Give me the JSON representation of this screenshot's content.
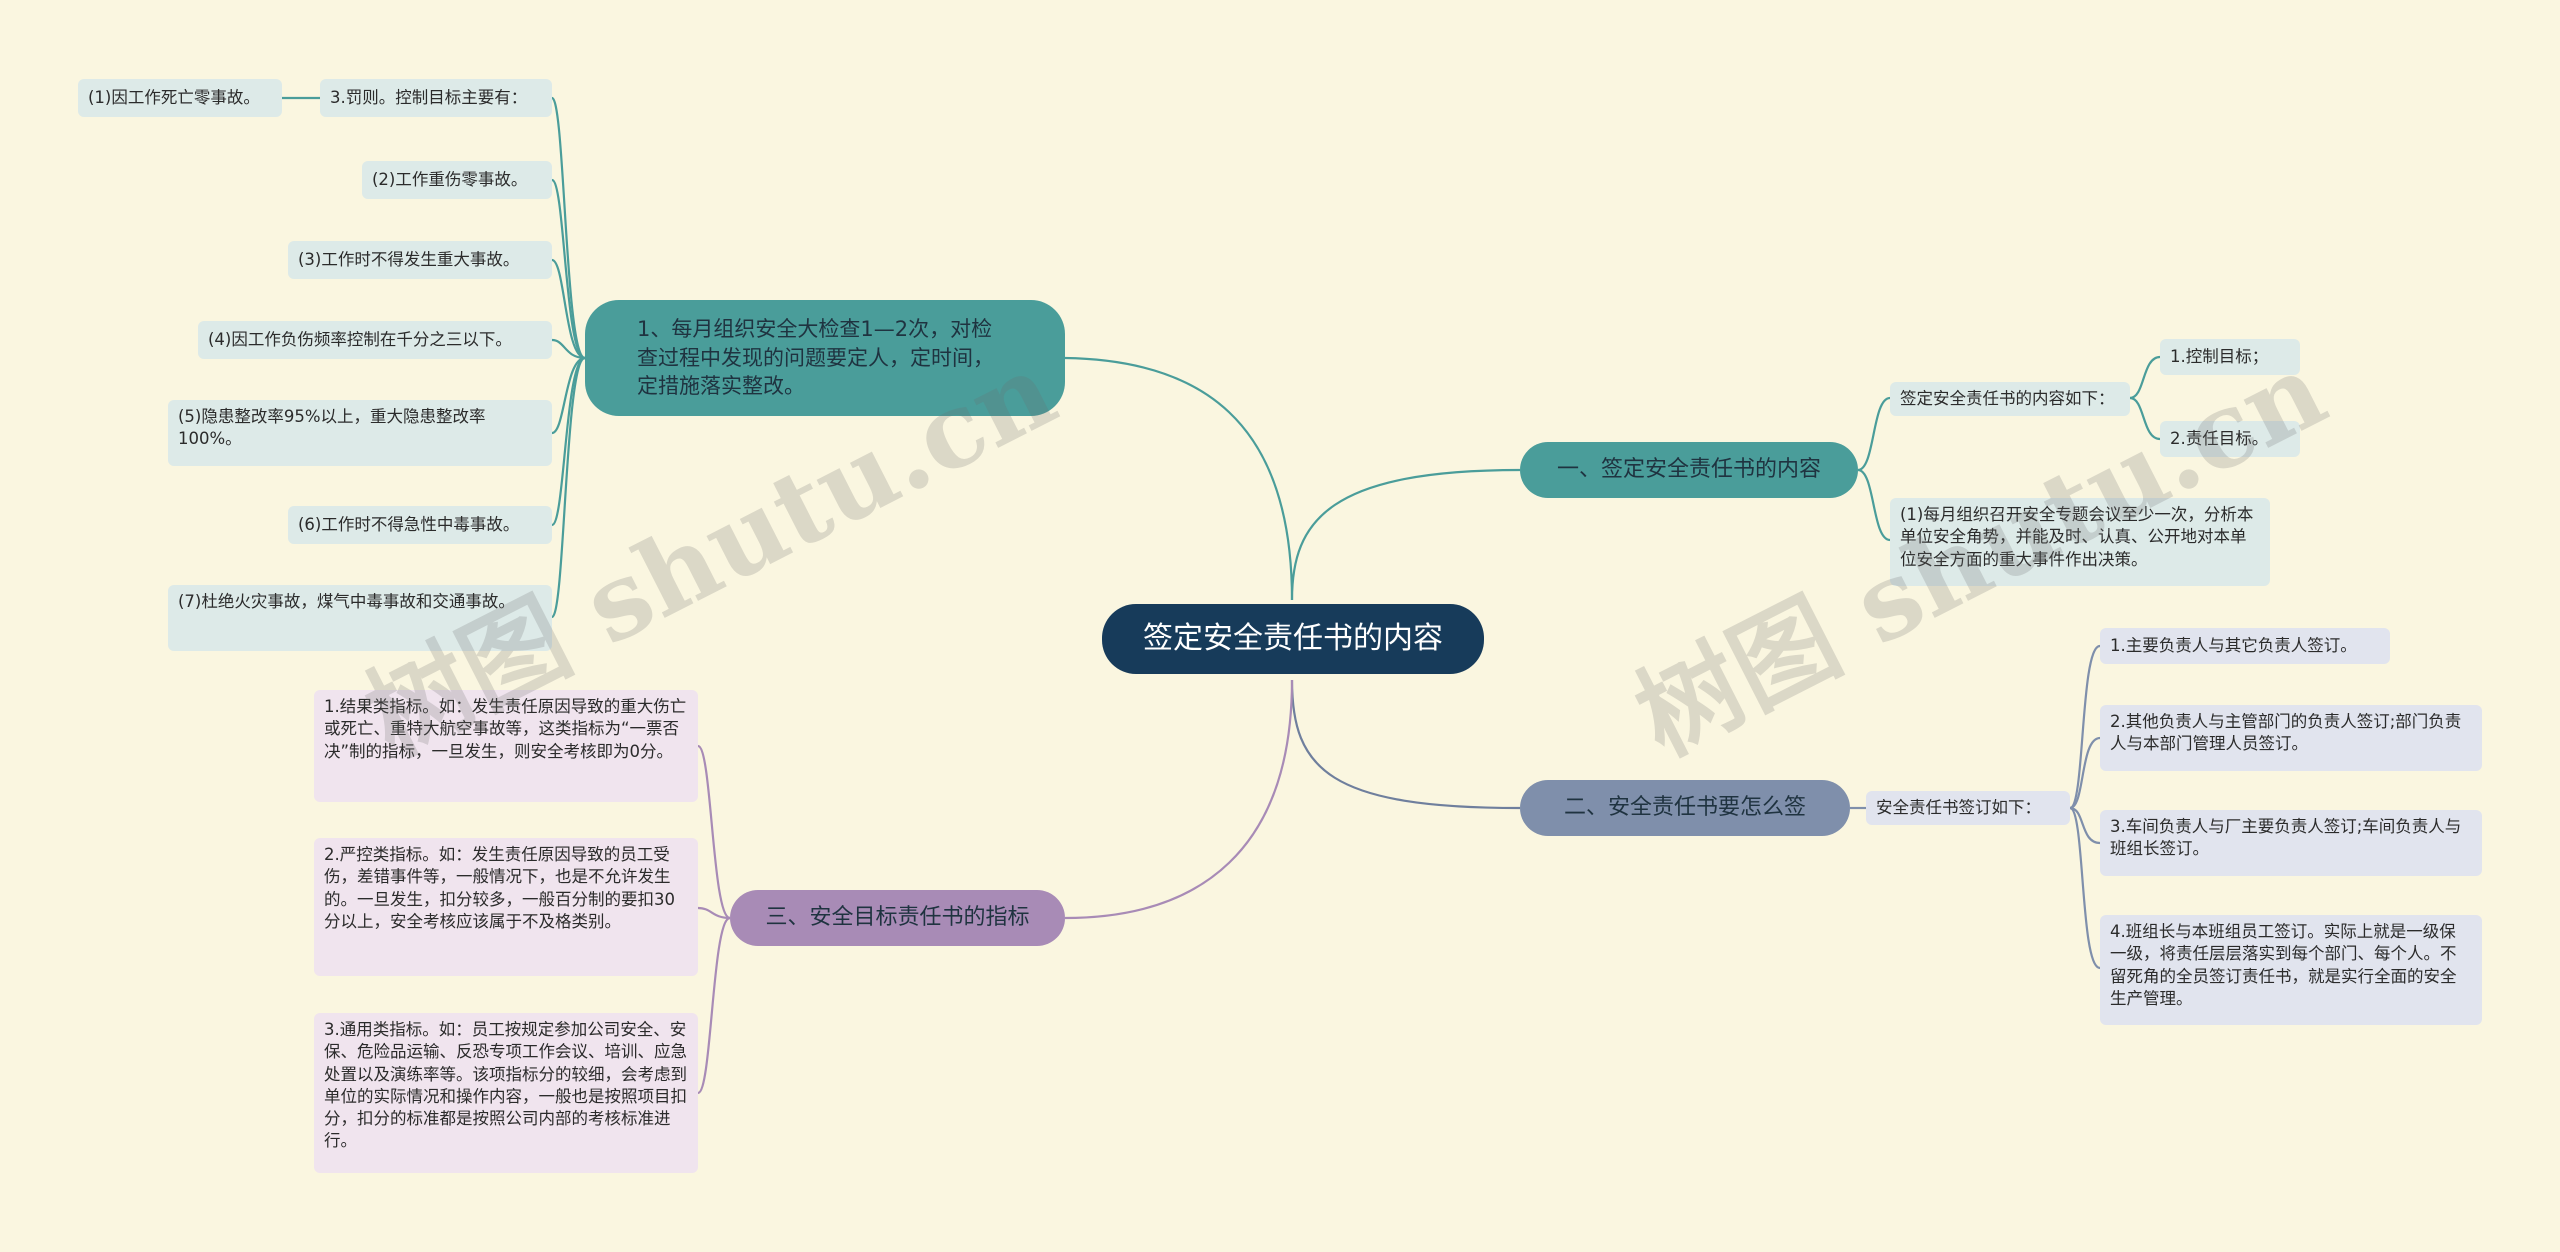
{
  "center": "签定安全责任书的内容",
  "branches": {
    "b1": "一、签定安全责任书的内容",
    "b2": "二、安全责任书要怎么签",
    "b3": "三、安全目标责任书的指标",
    "b4": "1、每月组织安全大检查1—2次，对检查过程中发现的问题要定人，定时间，定措施落实整改。"
  },
  "b1_children": {
    "intro": "签定安全责任书的内容如下：",
    "target1": "1.控制目标；",
    "target2": "2.责任目标。",
    "meeting": "(1)每月组织召开安全专题会议至少一次，分析本单位安全角势，并能及时、认真、公开地对本单位安全方面的重大事件作出决策。"
  },
  "b2_children": {
    "intro": "安全责任书签订如下：",
    "items": [
      "1.主要负责人与其它负责人签订。",
      "2.其他负责人与主管部门的负责人签订;部门负责人与本部门管理人员签订。",
      "3.车间负责人与厂主要负责人签订;车间负责人与班组长签订。",
      "4.班组长与本班组员工签订。实际上就是一级保一级，将责任层层落实到每个部门、每个人。不留死角的全员签订责任书，就是实行全面的安全生产管理。"
    ]
  },
  "b3_children": {
    "items": [
      "1.结果类指标。如：发生责任原因导致的重大伤亡或死亡、重特大航空事故等，这类指标为“一票否决”制的指标，一旦发生，则安全考核即为0分。",
      "2.严控类指标。如：发生责任原因导致的员工受伤，差错事件等，一般情况下，也是不允许发生的。一旦发生，扣分较多，一般百分制的要扣30分以上，安全考核应该属于不及格类别。",
      "3.通用类指标。如：员工按规定参加公司安全、安保、危险品运输、反恐专项工作会议、培训、应急处置以及演练率等。该项指标分的较细，会考虑到单位的实际情况和操作内容，一般也是按照项目扣分，扣分的标准都是按照公司内部的考核标准进行。"
    ]
  },
  "b4_children": {
    "punish": "3.罚则。控制目标主要有：",
    "punish_child": "(1)因工作死亡零事故。",
    "items": [
      "(2)工作重伤零事故。",
      "(3)工作时不得发生重大事故。",
      "(4)因工作负伤频率控制在千分之三以下。",
      "(5)隐患整改率95%以上，重大隐患整改率100%。",
      "(6)工作时不得急性中毒事故。",
      "(7)杜绝火灾事故，煤气中毒事故和交通事故。"
    ]
  },
  "watermark": [
    "树图 shutu.cn",
    "树图 shutu.cn"
  ],
  "colors": {
    "background": "#faf6e0",
    "center": "#173b5a",
    "teal": "#4a9d9a",
    "slate": "#7f8fab",
    "purple": "#a88bb6"
  }
}
